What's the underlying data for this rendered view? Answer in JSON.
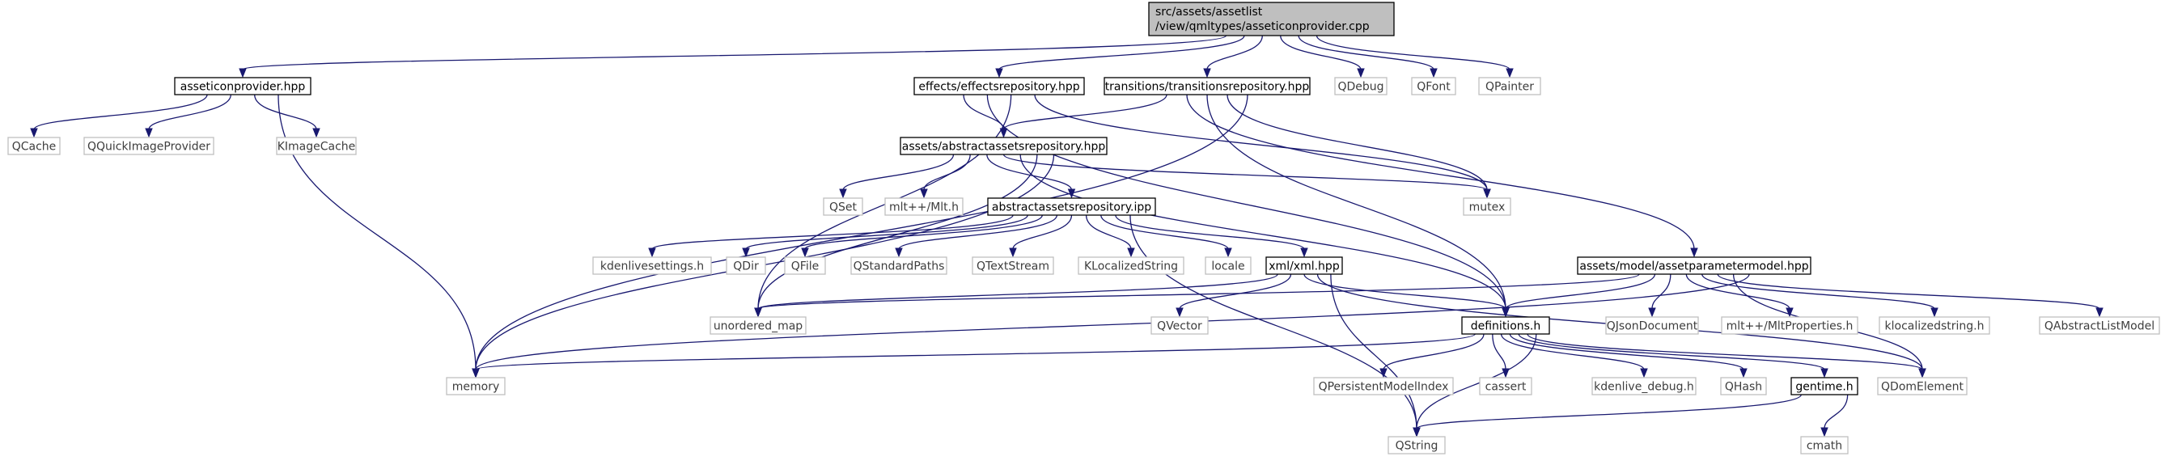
{
  "colors": {
    "edge": "#191970",
    "node_border": "#000000",
    "external_border": "#bfbfbf",
    "root_fill": "#bfbfbf",
    "node_fill": "#ffffff",
    "text": "#000000"
  },
  "nodes": [
    {
      "id": "root",
      "label": "src/assets/assetlist\n/view/qmltypes/asseticonprovider.cpp",
      "kind": "root"
    },
    {
      "id": "asseticonprovider_hpp",
      "label": "asseticonprovider.hpp",
      "kind": "file"
    },
    {
      "id": "effectsrepository_hpp",
      "label": "effects/effectsrepository.hpp",
      "kind": "file"
    },
    {
      "id": "transitionsrepository_hpp",
      "label": "transitions/transitionsrepository.hpp",
      "kind": "file"
    },
    {
      "id": "QDebug",
      "label": "QDebug",
      "kind": "external"
    },
    {
      "id": "QFont",
      "label": "QFont",
      "kind": "external"
    },
    {
      "id": "QPainter",
      "label": "QPainter",
      "kind": "external"
    },
    {
      "id": "QCache",
      "label": "QCache",
      "kind": "external"
    },
    {
      "id": "QQuickImageProvider",
      "label": "QQuickImageProvider",
      "kind": "external"
    },
    {
      "id": "KImageCache",
      "label": "KImageCache",
      "kind": "external"
    },
    {
      "id": "abstractassetsrepository_hpp",
      "label": "assets/abstractassetsrepository.hpp",
      "kind": "file"
    },
    {
      "id": "QSet",
      "label": "QSet",
      "kind": "external"
    },
    {
      "id": "mlt_h",
      "label": "mlt++/Mlt.h",
      "kind": "external"
    },
    {
      "id": "abstractassetsrepository_ipp",
      "label": "abstractassetsrepository.ipp",
      "kind": "file"
    },
    {
      "id": "mutex",
      "label": "mutex",
      "kind": "external"
    },
    {
      "id": "kdenlivesettings_h",
      "label": "kdenlivesettings.h",
      "kind": "external"
    },
    {
      "id": "QDir",
      "label": "QDir",
      "kind": "external"
    },
    {
      "id": "QFile",
      "label": "QFile",
      "kind": "external"
    },
    {
      "id": "QStandardPaths",
      "label": "QStandardPaths",
      "kind": "external"
    },
    {
      "id": "QTextStream",
      "label": "QTextStream",
      "kind": "external"
    },
    {
      "id": "KLocalizedString",
      "label": "KLocalizedString",
      "kind": "external"
    },
    {
      "id": "locale",
      "label": "locale",
      "kind": "external"
    },
    {
      "id": "xml_hpp",
      "label": "xml/xml.hpp",
      "kind": "file"
    },
    {
      "id": "assetparametermodel_hpp",
      "label": "assets/model/assetparametermodel.hpp",
      "kind": "file"
    },
    {
      "id": "unordered_map",
      "label": "unordered_map",
      "kind": "external"
    },
    {
      "id": "QVector",
      "label": "QVector",
      "kind": "external"
    },
    {
      "id": "definitions_h",
      "label": "definitions.h",
      "kind": "file"
    },
    {
      "id": "QJsonDocument",
      "label": "QJsonDocument",
      "kind": "external"
    },
    {
      "id": "MltProperties_h",
      "label": "mlt++/MltProperties.h",
      "kind": "external"
    },
    {
      "id": "klocalizedstring_h",
      "label": "klocalizedstring.h",
      "kind": "external"
    },
    {
      "id": "QAbstractListModel",
      "label": "QAbstractListModel",
      "kind": "external"
    },
    {
      "id": "memory",
      "label": "memory",
      "kind": "external"
    },
    {
      "id": "QPersistentModelIndex",
      "label": "QPersistentModelIndex",
      "kind": "external"
    },
    {
      "id": "cassert",
      "label": "cassert",
      "kind": "external"
    },
    {
      "id": "kdenlive_debug_h",
      "label": "kdenlive_debug.h",
      "kind": "external"
    },
    {
      "id": "QHash",
      "label": "QHash",
      "kind": "external"
    },
    {
      "id": "gentime_h",
      "label": "gentime.h",
      "kind": "file"
    },
    {
      "id": "QDomElement",
      "label": "QDomElement",
      "kind": "external"
    },
    {
      "id": "QString",
      "label": "QString",
      "kind": "external"
    },
    {
      "id": "cmath",
      "label": "cmath",
      "kind": "external"
    }
  ],
  "edges": [
    [
      "root",
      "asseticonprovider_hpp"
    ],
    [
      "root",
      "effectsrepository_hpp"
    ],
    [
      "root",
      "transitionsrepository_hpp"
    ],
    [
      "root",
      "QDebug"
    ],
    [
      "root",
      "QFont"
    ],
    [
      "root",
      "QPainter"
    ],
    [
      "asseticonprovider_hpp",
      "QCache"
    ],
    [
      "asseticonprovider_hpp",
      "QQuickImageProvider"
    ],
    [
      "asseticonprovider_hpp",
      "KImageCache"
    ],
    [
      "asseticonprovider_hpp",
      "memory"
    ],
    [
      "effectsrepository_hpp",
      "abstractassetsrepository_hpp"
    ],
    [
      "effectsrepository_hpp",
      "definitions_h"
    ],
    [
      "effectsrepository_hpp",
      "unordered_map"
    ],
    [
      "effectsrepository_hpp",
      "mutex"
    ],
    [
      "transitionsrepository_hpp",
      "abstractassetsrepository_hpp"
    ],
    [
      "transitionsrepository_hpp",
      "assetparametermodel_hpp"
    ],
    [
      "transitionsrepository_hpp",
      "definitions_h"
    ],
    [
      "transitionsrepository_hpp",
      "mutex"
    ],
    [
      "transitionsrepository_hpp",
      "memory"
    ],
    [
      "abstractassetsrepository_hpp",
      "QSet"
    ],
    [
      "abstractassetsrepository_hpp",
      "mlt_h"
    ],
    [
      "abstractassetsrepository_hpp",
      "abstractassetsrepository_ipp"
    ],
    [
      "abstractassetsrepository_hpp",
      "mutex"
    ],
    [
      "abstractassetsrepository_hpp",
      "definitions_h"
    ],
    [
      "abstractassetsrepository_hpp",
      "unordered_map"
    ],
    [
      "abstractassetsrepository_hpp",
      "memory"
    ],
    [
      "abstractassetsrepository_ipp",
      "kdenlivesettings_h"
    ],
    [
      "abstractassetsrepository_ipp",
      "QDir"
    ],
    [
      "abstractassetsrepository_ipp",
      "QFile"
    ],
    [
      "abstractassetsrepository_ipp",
      "QStandardPaths"
    ],
    [
      "abstractassetsrepository_ipp",
      "QTextStream"
    ],
    [
      "abstractassetsrepository_ipp",
      "KLocalizedString"
    ],
    [
      "abstractassetsrepository_ipp",
      "locale"
    ],
    [
      "abstractassetsrepository_ipp",
      "xml_hpp"
    ],
    [
      "abstractassetsrepository_ipp",
      "QString"
    ],
    [
      "xml_hpp",
      "unordered_map"
    ],
    [
      "xml_hpp",
      "QVector"
    ],
    [
      "xml_hpp",
      "definitions_h"
    ],
    [
      "xml_hpp",
      "QDomElement"
    ],
    [
      "xml_hpp",
      "QString"
    ],
    [
      "assetparametermodel_hpp",
      "unordered_map"
    ],
    [
      "assetparametermodel_hpp",
      "definitions_h"
    ],
    [
      "assetparametermodel_hpp",
      "QJsonDocument"
    ],
    [
      "assetparametermodel_hpp",
      "MltProperties_h"
    ],
    [
      "assetparametermodel_hpp",
      "klocalizedstring_h"
    ],
    [
      "assetparametermodel_hpp",
      "QAbstractListModel"
    ],
    [
      "assetparametermodel_hpp",
      "QDomElement"
    ],
    [
      "assetparametermodel_hpp",
      "memory"
    ],
    [
      "definitions_h",
      "memory"
    ],
    [
      "definitions_h",
      "QPersistentModelIndex"
    ],
    [
      "definitions_h",
      "cassert"
    ],
    [
      "definitions_h",
      "kdenlive_debug_h"
    ],
    [
      "definitions_h",
      "QHash"
    ],
    [
      "definitions_h",
      "gentime_h"
    ],
    [
      "definitions_h",
      "QDomElement"
    ],
    [
      "definitions_h",
      "QString"
    ],
    [
      "gentime_h",
      "QString"
    ],
    [
      "gentime_h",
      "cmath"
    ]
  ]
}
